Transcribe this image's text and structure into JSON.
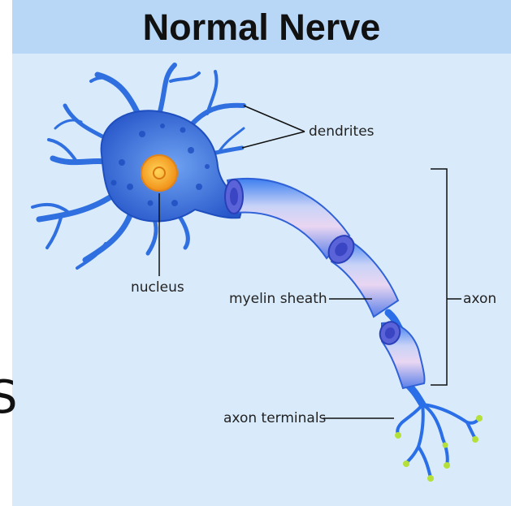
{
  "title": "Normal Nerve",
  "edge_fragment": "S",
  "labels": {
    "dendrites": "dendrites",
    "nucleus": "nucleus",
    "myelin_sheath": "myelin sheath",
    "axon": "axon",
    "axon_terminals": "axon terminals"
  },
  "colors": {
    "title_background": "#b8d7f7",
    "panel_background": "#d9ebfb",
    "neuron_blue": "#2f6fe0",
    "nucleus_orange": "#f6a623",
    "terminal_tips": "#b5e03a"
  },
  "icons": [
    "neuron-cell-body",
    "nucleus",
    "myelin-segment",
    "axon-terminal-branch"
  ]
}
